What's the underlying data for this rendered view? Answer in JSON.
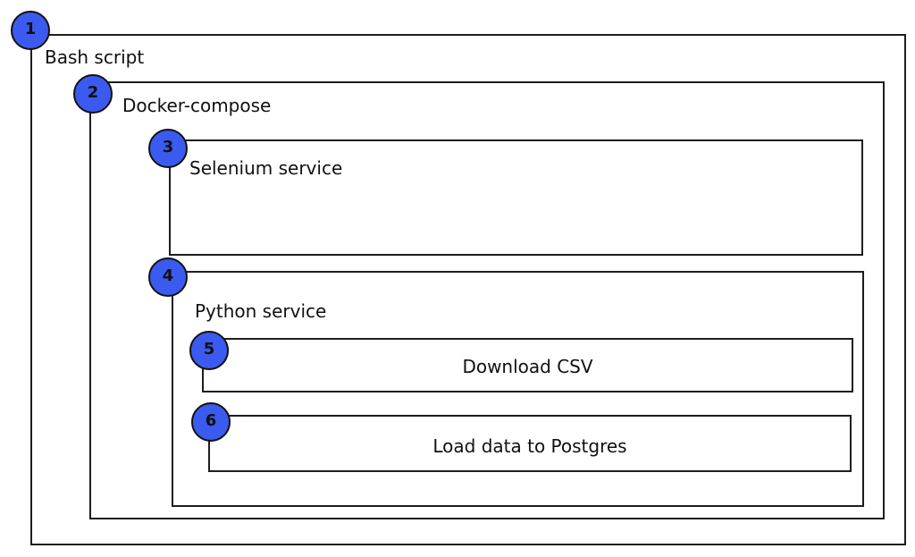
{
  "colors": {
    "badge_fill": "#3b5bf0",
    "stroke": "#1e1e1e",
    "background": "#ffffff"
  },
  "nodes": [
    {
      "number": "1",
      "label": "Bash script"
    },
    {
      "number": "2",
      "label": "Docker-compose"
    },
    {
      "number": "3",
      "label": "Selenium service"
    },
    {
      "number": "4",
      "label": "Python service"
    },
    {
      "number": "5",
      "label": "Download CSV"
    },
    {
      "number": "6",
      "label": "Load data to Postgres"
    }
  ]
}
